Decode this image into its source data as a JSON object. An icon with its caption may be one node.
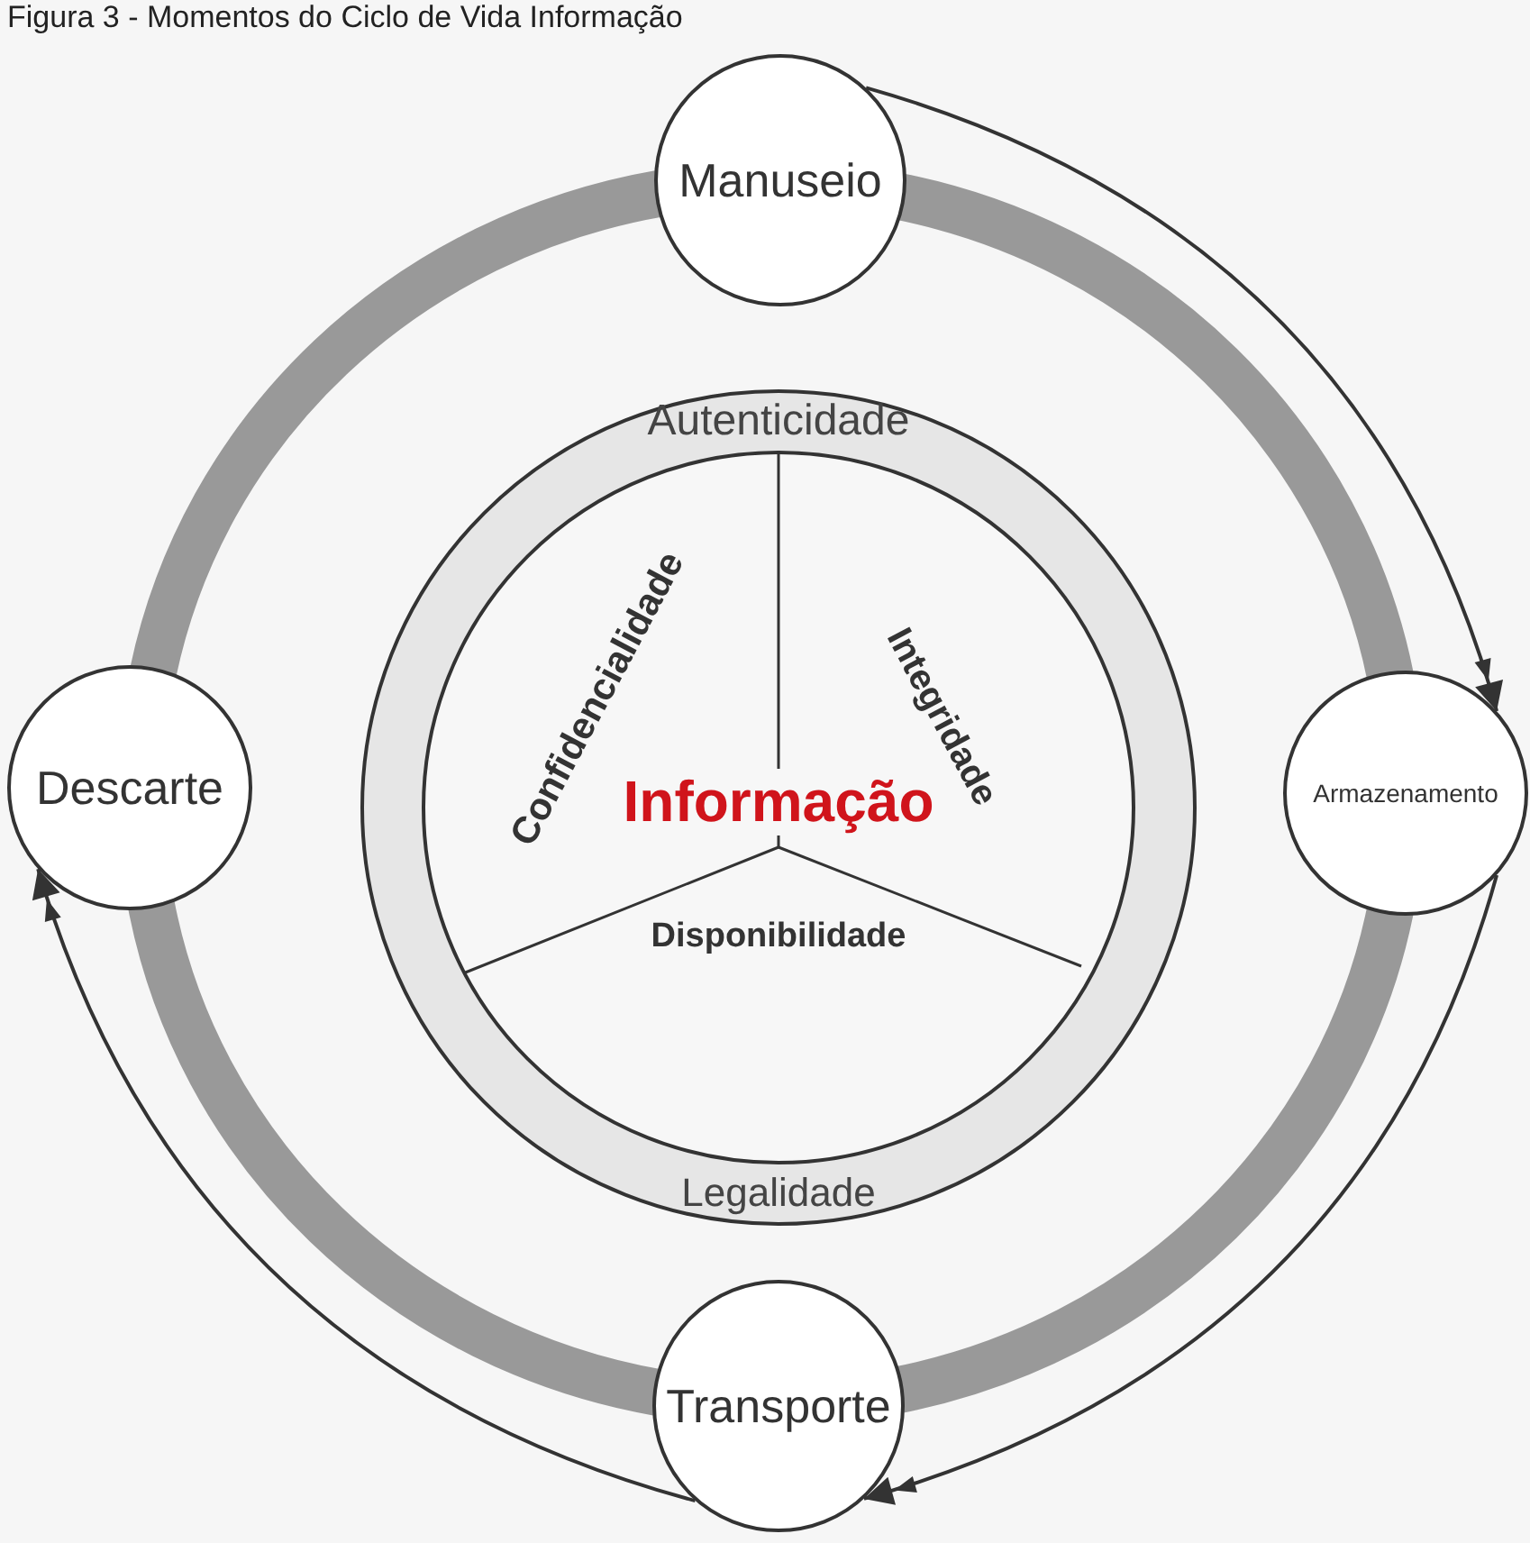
{
  "diagram": {
    "title": "Figura 3 - Momentos do Ciclo de Vida Informação",
    "nodes": [
      {
        "text": [
          "Manuseio"
        ]
      },
      {
        "text": [
          "Armazenamento"
        ]
      },
      {
        "text": [
          "Transporte"
        ]
      },
      {
        "text": [
          "Descarte"
        ]
      },
      {
        "text": [
          "Autenticidade",
          "Legalidade"
        ]
      },
      {
        "text": [
          "Confidencialidade",
          "Integridade",
          "Informação",
          "Disponibilidade"
        ],
        "in": 4
      }
    ],
    "edges": [
      {
        "from": 0,
        "to": 1,
        "arrow": "none"
      },
      {
        "from": 1,
        "to": 2,
        "arrow": "none"
      },
      {
        "from": 2,
        "to": 3,
        "arrow": "none"
      },
      {
        "from": 3,
        "to": 0,
        "arrow": "none"
      },
      {
        "from": 0,
        "to": 1,
        "arrow": "to",
        "color": "#333333"
      },
      {
        "from": 1,
        "to": 2,
        "arrow": "to",
        "color": "#333333"
      },
      {
        "from": 2,
        "to": 3,
        "arrow": "to",
        "color": "#333333"
      }
    ]
  }
}
